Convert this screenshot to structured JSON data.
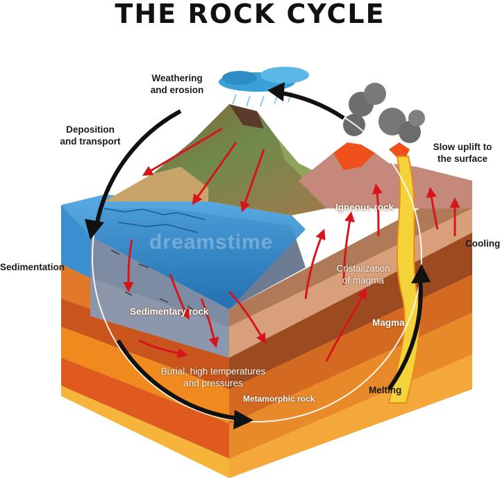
{
  "title": "THE ROCK CYCLE",
  "labels": {
    "weathering": "Weathering\nand erosion",
    "deposition": "Deposition\nand transport",
    "uplift": "Slow uplift to\nthe surface",
    "sedimentation": "Sedimentation",
    "cooling": "Cooling",
    "igneous": "Igneous rock",
    "crystalization": "Cristalization\nof magma",
    "magma": "Magma",
    "sedimentary": "Sedimentary rock",
    "burial": "Burial, high temperatures\nand pressures",
    "metamorphic": "Metamorphic rock",
    "melting": "Melting"
  },
  "watermark": "dreamstime",
  "colors": {
    "water": "#2d7fc4",
    "sediment": "#5f6f86",
    "arrow_black": "#111111",
    "arrow_red": "#d8141b",
    "lava": "#f0501c",
    "magma": "#f4d23a"
  }
}
